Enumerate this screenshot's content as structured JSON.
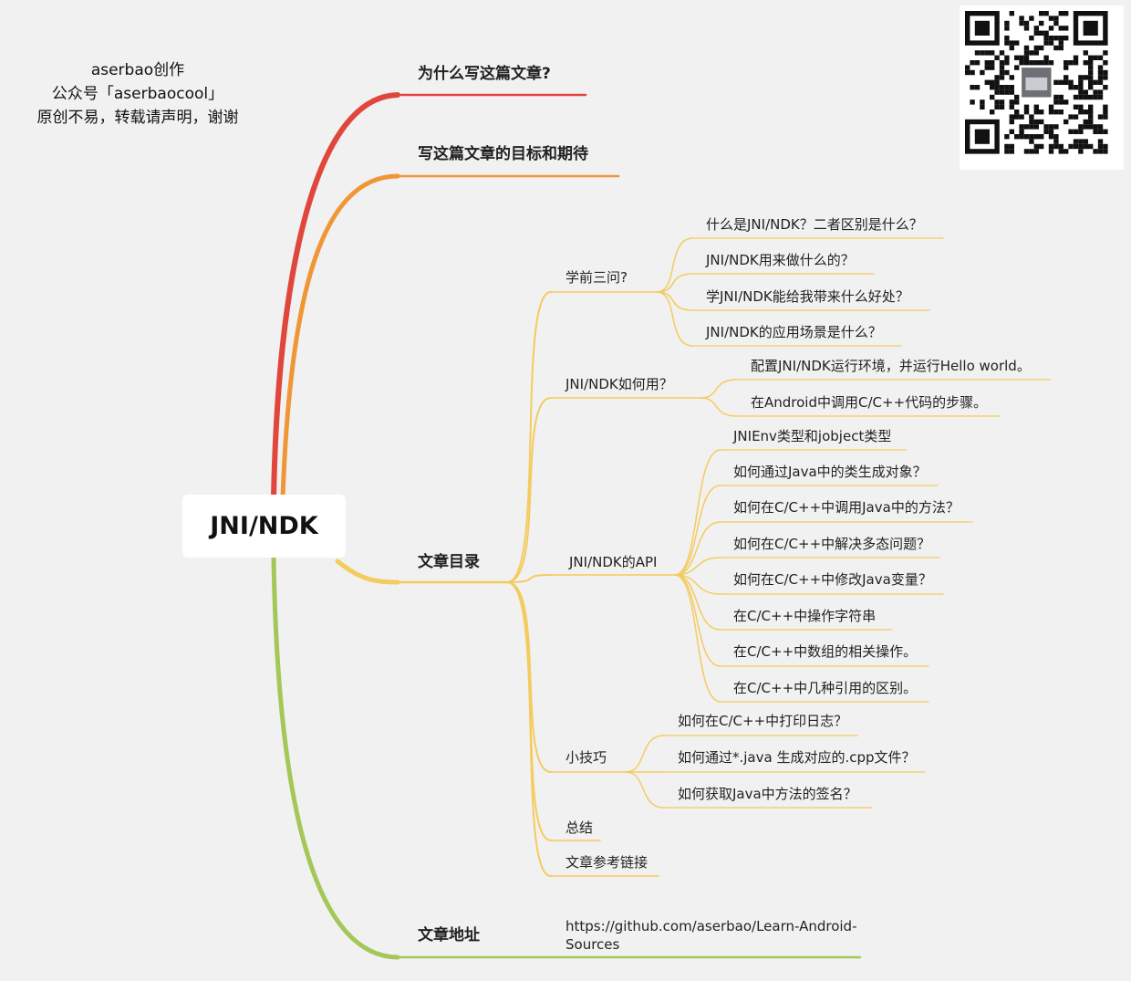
{
  "author": {
    "line1": "aserbao创作",
    "line2": "公众号「aserbaocool」",
    "line3": "原创不易，转载请声明，谢谢"
  },
  "root": "JNI/NDK",
  "branch_colors": {
    "why": "#e0463c",
    "goal": "#f09637",
    "toc": "#f4cb5e",
    "address": "#a5c757"
  },
  "branches": {
    "why": "为什么写这篇文章?",
    "goal": "写这篇文章的目标和期待",
    "toc": "文章目录",
    "address": "文章地址"
  },
  "toc": {
    "pre": {
      "label": "学前三问?",
      "items": [
        "什么是JNI/NDK？二者区别是什么？",
        "JNI/NDK用来做什么的？",
        "学JNI/NDK能给我带来什么好处？",
        "JNI/NDK的应用场景是什么？"
      ]
    },
    "howto": {
      "label": "JNI/NDK如何用？",
      "items": [
        "配置JNI/NDK运行环境，并运行Hello world。",
        "在Android中调用C/C++代码的步骤。"
      ]
    },
    "api": {
      "label": "JNI/NDK的API",
      "items": [
        "JNIEnv类型和jobject类型",
        "如何通过Java中的类生成对象？",
        "如何在C/C++中调用Java中的方法？",
        "如何在C/C++中解决多态问题？",
        "如何在C/C++中修改Java变量？",
        "在C/C++中操作字符串",
        "在C/C++中数组的相关操作。",
        "在C/C++中几种引用的区别。"
      ]
    },
    "tips": {
      "label": "小技巧",
      "items": [
        "如何在C/C++中打印日志？",
        "如何通过*.java 生成对应的.cpp文件？",
        "如何获取Java中方法的签名？"
      ]
    },
    "summary": "总结",
    "refs": "文章参考链接"
  },
  "address_url": "https://github.com/aserbao/Learn-Android-Sources",
  "qr": {
    "icon": "qr-code-icon"
  }
}
